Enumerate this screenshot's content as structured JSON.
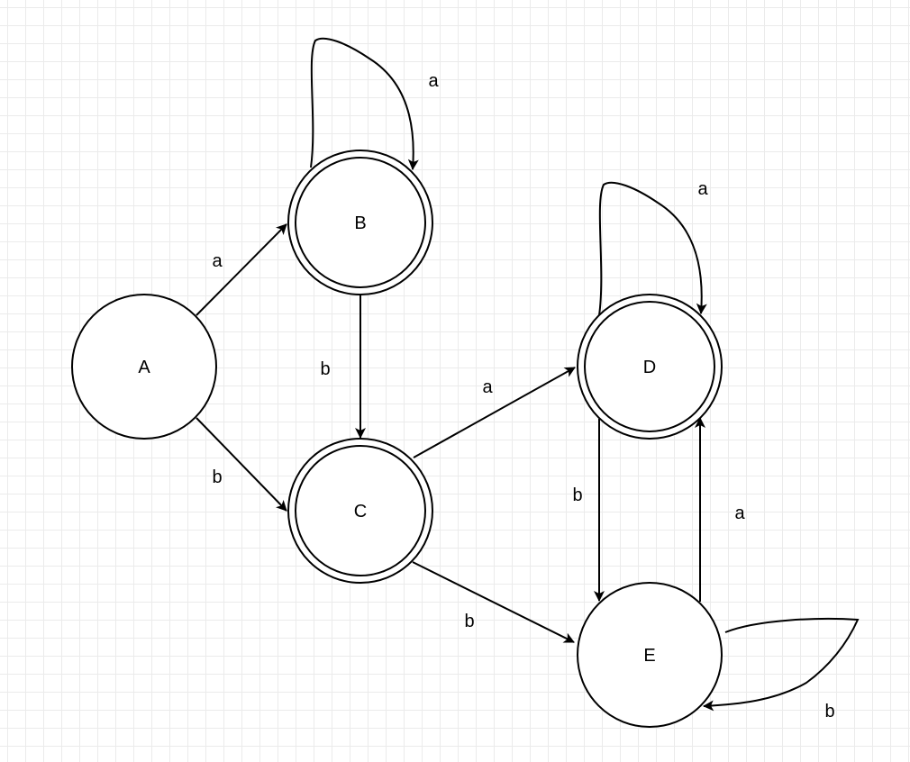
{
  "diagram": {
    "states": [
      {
        "id": "A",
        "label": "A",
        "accepting": false
      },
      {
        "id": "B",
        "label": "B",
        "accepting": true
      },
      {
        "id": "C",
        "label": "C",
        "accepting": true
      },
      {
        "id": "D",
        "label": "D",
        "accepting": true
      },
      {
        "id": "E",
        "label": "E",
        "accepting": false
      }
    ],
    "transitions": [
      {
        "from": "A",
        "to": "B",
        "label": "a"
      },
      {
        "from": "A",
        "to": "C",
        "label": "b"
      },
      {
        "from": "B",
        "to": "B",
        "label": "a"
      },
      {
        "from": "B",
        "to": "C",
        "label": "b"
      },
      {
        "from": "C",
        "to": "D",
        "label": "a"
      },
      {
        "from": "C",
        "to": "E",
        "label": "b"
      },
      {
        "from": "D",
        "to": "D",
        "label": "a"
      },
      {
        "from": "D",
        "to": "E",
        "label": "b"
      },
      {
        "from": "E",
        "to": "D",
        "label": "a"
      },
      {
        "from": "E",
        "to": "E",
        "label": "b"
      }
    ]
  }
}
